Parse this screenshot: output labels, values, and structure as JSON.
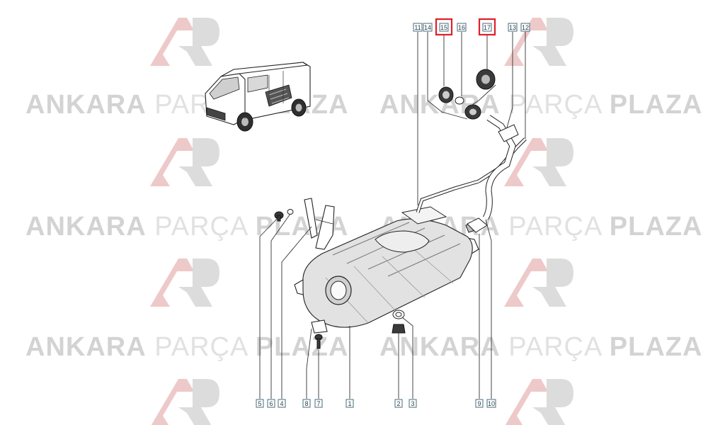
{
  "watermark": {
    "text_bold_1": "ANKARA",
    "text_light": "PARÇA",
    "text_bold_2": "PLAZA",
    "logo_letters": "AP",
    "colors": {
      "logo_red": "#e8b9b9",
      "logo_grey": "#d6d6d6",
      "text": "#d2d2d2"
    }
  },
  "callouts": {
    "c1": "1",
    "c2": "2",
    "c3": "3",
    "c4": "4",
    "c5": "5",
    "c6": "6",
    "c7": "7",
    "c8": "8",
    "c9": "9",
    "c10": "10",
    "c11": "11",
    "c12": "12",
    "c13": "13",
    "c14": "14",
    "c15": "15",
    "c16": "16",
    "c17": "17"
  },
  "highlighted_callouts": [
    "15",
    "17"
  ],
  "colors": {
    "highlight": "#e01f2a",
    "callout_border": "#4a6b7a",
    "callout_text": "#1f3e4f",
    "line_art": "#222222"
  }
}
